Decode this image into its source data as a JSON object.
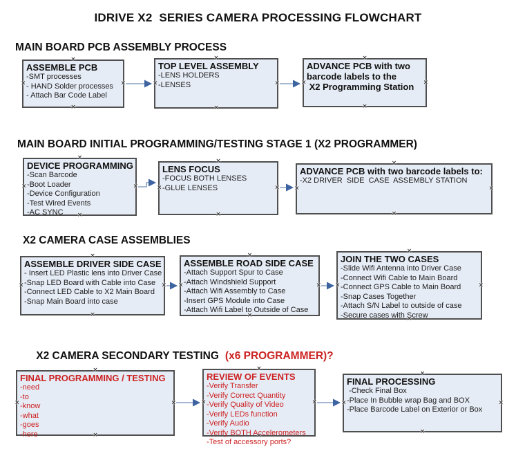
{
  "page_title": "IDRIVE X2  SERIES CAMERA PROCESSING FLOWCHART",
  "colors": {
    "box_fill": "#e6ecf5",
    "box_border": "#4f4f4f",
    "arrow_line": "#8aa2c2",
    "arrow_head": "#3d63a0",
    "red_text": "#cc2222",
    "black_text": "#111111"
  },
  "icons": {
    "connector_handle": "×"
  },
  "sections": [
    {
      "heading": "MAIN BOARD PCB ASSEMBLY PROCESS",
      "boxes": [
        {
          "title": "ASSEMBLE PCB",
          "lines": [
            "-SMT processes",
            "- HAND Solder processes",
            "- Attach Bar Code Label"
          ]
        },
        {
          "title": "TOP LEVEL ASSEMBLY",
          "lines": [
            "-LENS HOLDERS",
            "-LENSES"
          ]
        },
        {
          "title": "",
          "lines": [
            "ADVANCE PCB with two",
            "barcode labels to the",
            " X2 Programming Station"
          ]
        }
      ]
    },
    {
      "heading": "MAIN BOARD INITIAL PROGRAMMING/TESTING STAGE 1 (X2 PROGRAMMER)",
      "boxes": [
        {
          "title": "DEVICE PROGRAMMING",
          "lines": [
            "-Scan Barcode",
            "-Boot Loader",
            "-Device Configuration",
            "-Test Wired Events",
            "-AC SYNC"
          ]
        },
        {
          "title": "LENS FOCUS",
          "lines": [
            "-FOCUS BOTH LENSES",
            "-GLUE LENSES"
          ]
        },
        {
          "title": "ADVANCE PCB with two barcode labels to:",
          "lines": [
            "-X2 DRIVER  SIDE  CASE  ASSEMBLY STATION"
          ]
        }
      ]
    },
    {
      "heading": "X2 CAMERA CASE ASSEMBLIES",
      "boxes": [
        {
          "title": "ASSEMBLE DRIVER SIDE CASE",
          "lines": [
            "- Insert LED Plastic lens into Driver Case",
            "-Snap LED Board with Cable into Case",
            "-Connect LED Cable to X2 Main Board",
            "-Snap Main Board into case"
          ]
        },
        {
          "title": "ASSEMBLE ROAD SIDE CASE",
          "lines": [
            "-Attach Support Spur to Case",
            "-Attach Windshield Support",
            "-Attach Wifi Assembly to Case",
            "-Insert GPS Module into Case",
            "-Attach Wifi Label to Outside of Case"
          ]
        },
        {
          "title": "JOIN THE TWO CASES",
          "lines": [
            "-Slide Wifi Antenna into Driver Case",
            "-Connect Wifi Cable to Main Board",
            "-Connect GPS Cable to Main Board",
            "-Snap Cases Together",
            "-Attach S/N Label to outside of case",
            "-Secure cases with Screw"
          ]
        }
      ]
    },
    {
      "heading": "X2 CAMERA SECONDARY TESTING",
      "heading_suffix": "(x6 PROGRAMMER)?",
      "boxes": [
        {
          "title": "FINAL PROGRAMMING / TESTING",
          "lines": [
            "-need",
            "-to",
            "-know",
            "-what",
            "-goes",
            "-here"
          ]
        },
        {
          "title": "REVIEW OF EVENTS",
          "lines": [
            "-Verify Transfer",
            "-Verify Correct Quantity",
            "-Verify Quality of Video",
            "-Verify LEDs function",
            "-Verify Audio",
            "-Verify BOTH Accelerometers",
            "-Test of accessory ports?"
          ]
        },
        {
          "title": "FINAL PROCESSING",
          "lines": [
            " -Check Final Box",
            "-Place In Bubble wrap Bag and BOX",
            "-Place Barcode Label on Exterior or Box"
          ]
        }
      ]
    }
  ]
}
